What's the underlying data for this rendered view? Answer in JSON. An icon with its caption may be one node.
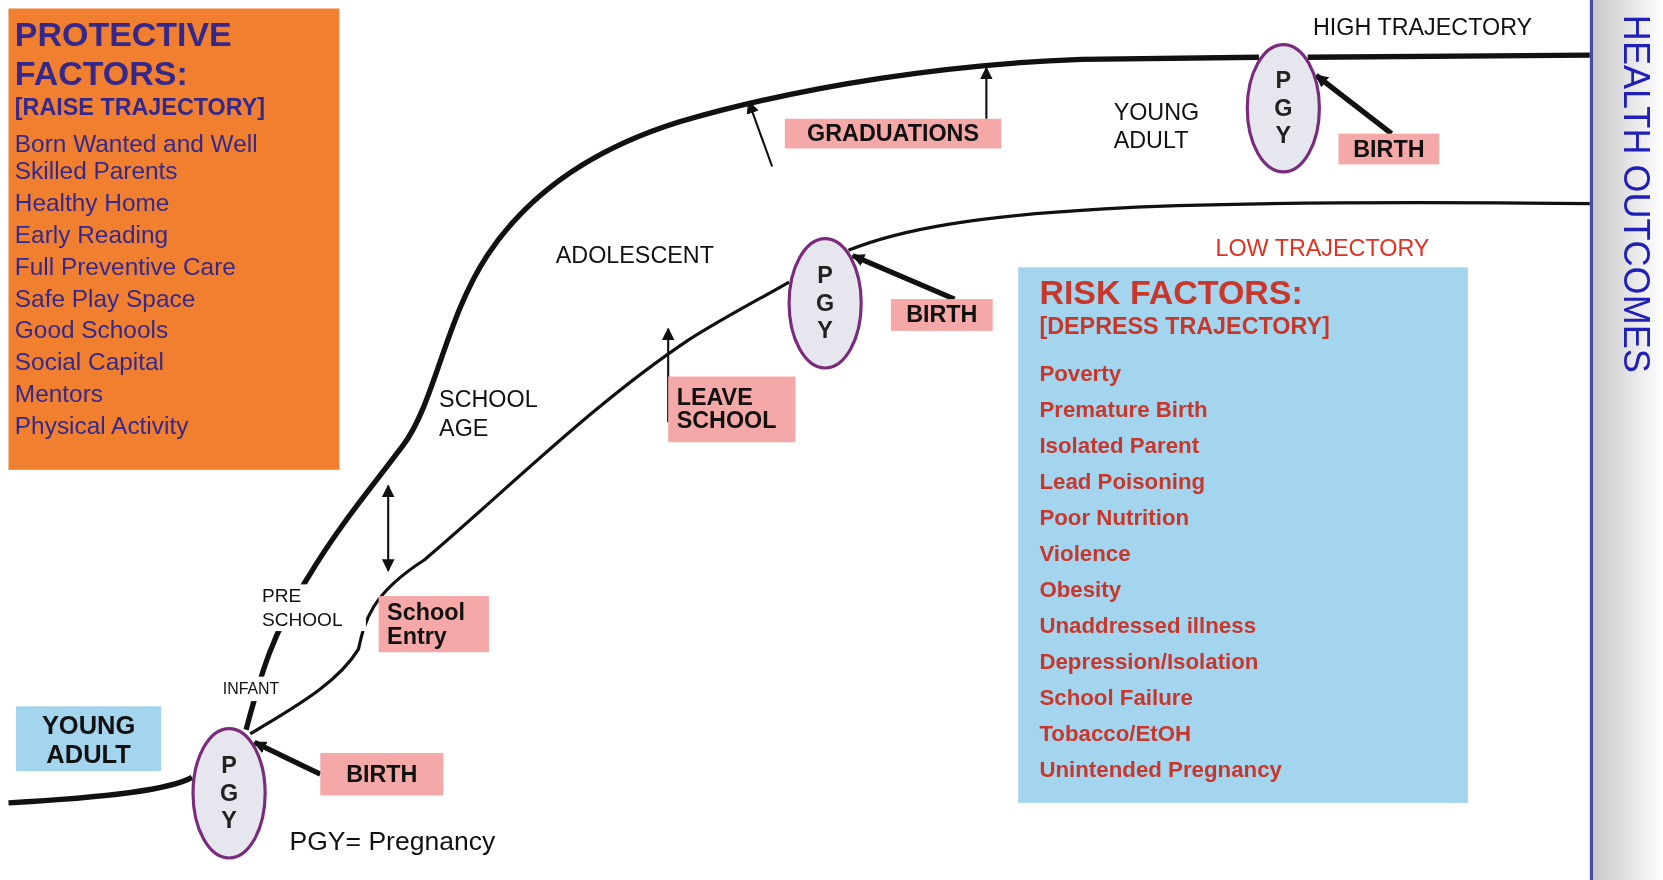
{
  "diagram": {
    "nodes": [
      {
        "text": [
          "PROTECTIVE FACTORS:",
          "[RAISE TRAJECTORY]",
          "Born Wanted and Well Skilled Parents",
          "Healthy Home",
          "Early Reading",
          "Full Preventive Care",
          "Safe Play Space",
          "Good Schools",
          "Social Capital",
          "Mentors",
          "Physical Activity"
        ]
      },
      {
        "text": [
          "RISK FACTORS:",
          "[DEPRESS TRAJECTORY]",
          "Poverty",
          "Premature Birth",
          "Isolated Parent",
          "Lead Poisoning",
          "Poor Nutrition",
          "Violence",
          "Obesity",
          "Unaddressed illness",
          "Depression/Isolation",
          "School Failure",
          "Tobacco/EtOH",
          "Unintended Pregnancy"
        ]
      },
      {
        "text": [
          "YOUNG ADULT"
        ]
      },
      {
        "text": [
          "PGY"
        ]
      },
      {
        "text": [
          "BIRTH"
        ]
      },
      {
        "text": [
          "School Entry"
        ]
      },
      {
        "text": [
          "LEAVE SCHOOL"
        ]
      },
      {
        "text": [
          "PGY"
        ]
      },
      {
        "text": [
          "BIRTH"
        ]
      },
      {
        "text": [
          "GRADUATIONS"
        ]
      },
      {
        "text": [
          "PGY"
        ]
      },
      {
        "text": [
          "BIRTH"
        ]
      },
      {
        "text": [
          "HEALTH OUTCOMES"
        ]
      }
    ],
    "edges": [
      {
        "from": null,
        "to": 3,
        "arrow": "none"
      },
      {
        "from": 3,
        "to": 10,
        "arrow": "none"
      },
      {
        "from": 10,
        "to": 12,
        "arrow": "none"
      },
      {
        "from": 3,
        "to": 7,
        "arrow": "none"
      },
      {
        "from": 7,
        "to": 12,
        "arrow": "none"
      },
      {
        "from": 4,
        "to": 3,
        "arrow": "to"
      },
      {
        "from": 8,
        "to": 7,
        "arrow": "to"
      },
      {
        "from": 11,
        "to": 10,
        "arrow": "to"
      },
      {
        "from": 6,
        "to": null,
        "arrow": "to"
      },
      {
        "from": 9,
        "to": null,
        "arrow": "to"
      }
    ],
    "labels": [
      "HIGH TRAJECTORY",
      "YOUNG ADULT",
      "ADOLESCENT",
      "SCHOOL AGE",
      "LOW TRAJECTORY",
      "PRE SCHOOL",
      "INFANT",
      "PGY= Pregnancy"
    ]
  }
}
